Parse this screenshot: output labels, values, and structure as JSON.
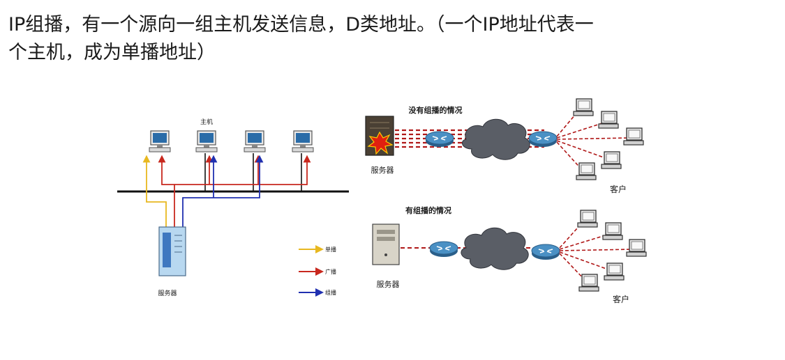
{
  "text": {
    "line1": "IP组播，有一个源向一组主机发送信息，D类地址。（一个IP地址代表一",
    "line2": "个主机，成为单播地址）"
  },
  "left_diagram": {
    "hosts_label": "主机",
    "server_label": "服务器",
    "legend": [
      {
        "label": "单播",
        "color": "#e8b820"
      },
      {
        "label": "广播",
        "color": "#c8281e"
      },
      {
        "label": "组播",
        "color": "#2030b0"
      }
    ]
  },
  "right_top": {
    "title": "没有组播的情况",
    "server_label": "服务器",
    "clients_label": "客户"
  },
  "right_bottom": {
    "title": "有组播的情况",
    "server_label": "服务器",
    "clients_label": "客户"
  }
}
